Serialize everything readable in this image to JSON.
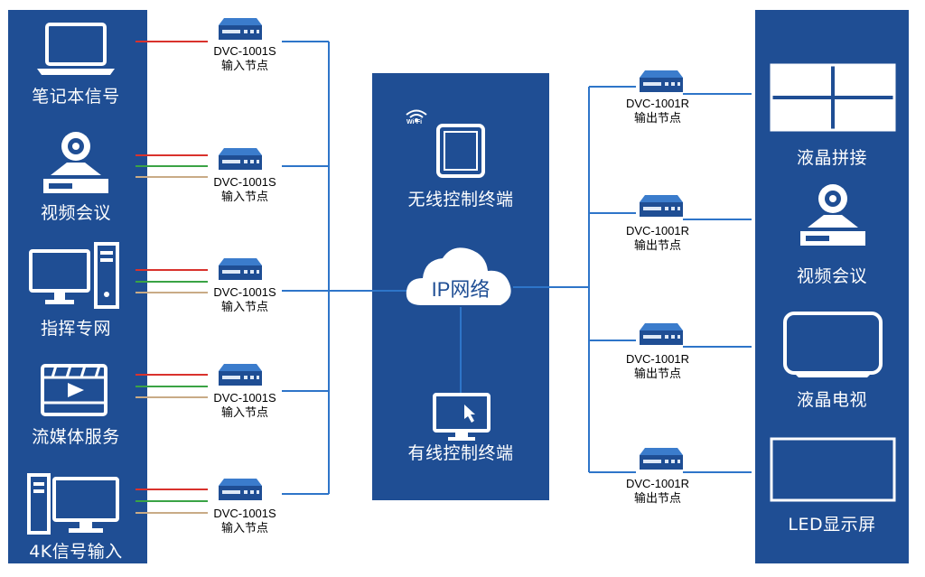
{
  "left": {
    "sources": [
      {
        "label": "笔记本信号",
        "icon": "laptop-icon"
      },
      {
        "label": "视频会议",
        "icon": "conference-camera-icon"
      },
      {
        "label": "指挥专网",
        "icon": "desktop-pc-icon"
      },
      {
        "label": "流媒体服务",
        "icon": "media-player-icon"
      },
      {
        "label": "4K信号输入",
        "icon": "4k-workstation-icon"
      }
    ]
  },
  "input_nodes": [
    {
      "model": "DVC-1001S",
      "role": "输入节点"
    },
    {
      "model": "DVC-1001S",
      "role": "输入节点"
    },
    {
      "model": "DVC-1001S",
      "role": "输入节点"
    },
    {
      "model": "DVC-1001S",
      "role": "输入节点"
    },
    {
      "model": "DVC-1001S",
      "role": "输入节点"
    }
  ],
  "center": {
    "wifi_label": "Wi-Fi",
    "wireless_terminal": "无线控制终端",
    "network": "IP网络",
    "wired_terminal": "有线控制终端"
  },
  "output_nodes": [
    {
      "model": "DVC-1001R",
      "role": "输出节点"
    },
    {
      "model": "DVC-1001R",
      "role": "输出节点"
    },
    {
      "model": "DVC-1001R",
      "role": "输出节点"
    },
    {
      "model": "DVC-1001R",
      "role": "输出节点"
    }
  ],
  "right": {
    "displays": [
      {
        "label": "液晶拼接",
        "icon": "video-wall-icon"
      },
      {
        "label": "视频会议",
        "icon": "conference-camera-icon"
      },
      {
        "label": "液晶电视",
        "icon": "lcd-tv-icon"
      },
      {
        "label": "LED显示屏",
        "icon": "led-screen-icon"
      }
    ]
  },
  "colors": {
    "panel": "#1f4e94",
    "link": "#2e75c9",
    "cable_red": "#d9322d",
    "cable_green": "#3aa345",
    "cable_tan": "#c9ab86"
  }
}
